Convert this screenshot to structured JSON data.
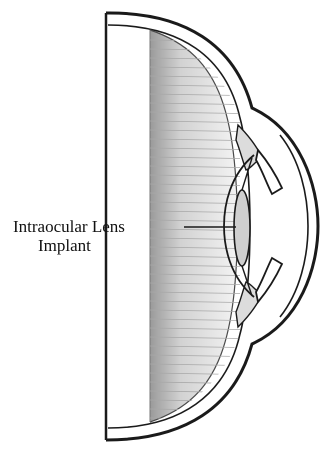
{
  "callout": {
    "lines": [
      "Intraocular Lens",
      "Implant"
    ],
    "target": "intraocular-lens-implant"
  },
  "colors": {
    "background": "#ffffff",
    "ink": "#1a1a1a",
    "sclera": "#ffffff",
    "retina_shading": "#c9c9c9",
    "striation": "#a8a8a8"
  }
}
